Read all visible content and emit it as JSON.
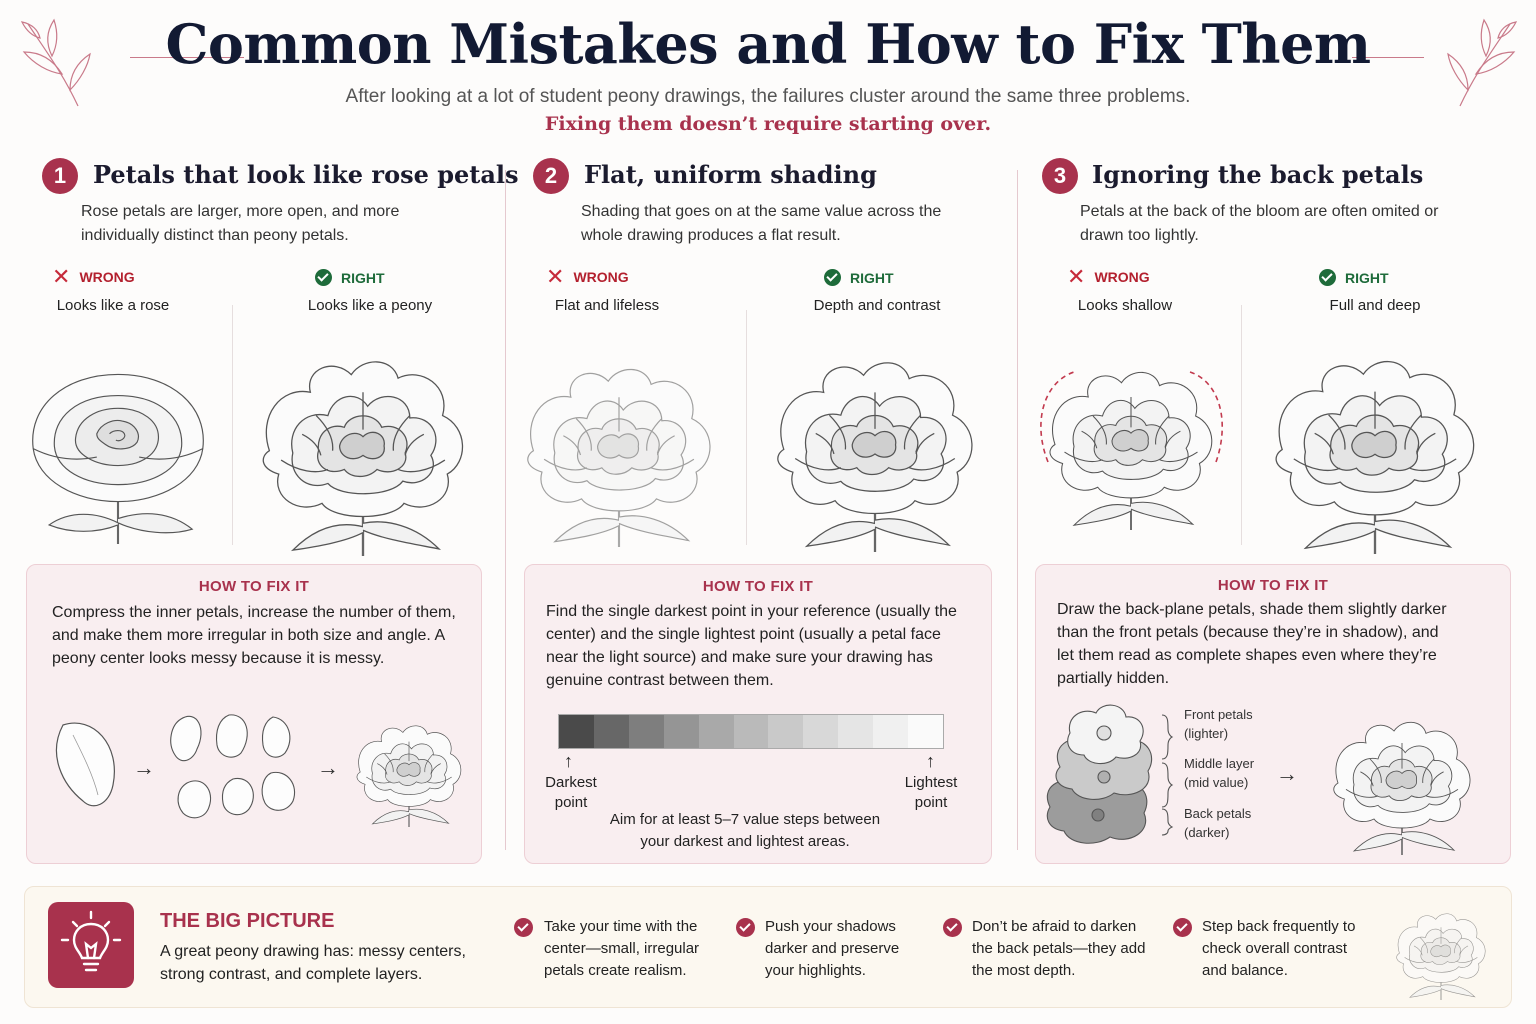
{
  "header": {
    "title": "Common Mistakes and How to Fix Them",
    "subtitle": "After looking at a lot of student peony drawings, the failures cluster around the same three problems.",
    "tagline": "Fixing them doesn’t require starting over."
  },
  "sections": [
    {
      "number": "1",
      "heading": "Petals that look like rose petals",
      "description": "Rose petals are larger, more open, and more individually distinct than peony petals.",
      "wrong_label": "WRONG",
      "wrong_caption": "Looks like a rose",
      "right_label": "RIGHT",
      "right_caption": "Looks like a peony",
      "fix_heading": "HOW TO FIX IT",
      "fix_text": "Compress the inner petals, increase the number of them, and make them more irregular in both size and angle. A peony center looks messy because it is messy."
    },
    {
      "number": "2",
      "heading": "Flat, uniform shading",
      "description": "Shading that goes on at the same value across the whole drawing produces a flat result.",
      "wrong_label": "WRONG",
      "wrong_caption": "Flat and lifeless",
      "right_label": "RIGHT",
      "right_caption": "Depth and contrast",
      "fix_heading": "HOW TO FIX IT",
      "fix_text": "Find the single darkest point in your reference (usually the center) and the single lightest point (usually a petal face near the light source) and make sure your drawing has genuine contrast between them.",
      "darkest_label": "Darkest point",
      "lightest_label": "Lightest point",
      "value_note": "Aim for at least 5–7 value steps between your darkest and lightest areas.",
      "value_steps": [
        "#4a4a4a",
        "#676767",
        "#7e7e7e",
        "#959595",
        "#a9a9a9",
        "#bababa",
        "#c9c9c9",
        "#d8d8d8",
        "#e5e5e5",
        "#f0f0f0",
        "#fafafa"
      ]
    },
    {
      "number": "3",
      "heading": "Ignoring the back petals",
      "description": "Petals at the back of the bloom are often omited or drawn too lightly.",
      "wrong_label": "WRONG",
      "wrong_caption": "Looks shallow",
      "right_label": "RIGHT",
      "right_caption": "Full and deep",
      "fix_heading": "HOW TO FIX IT",
      "fix_text": "Draw the back-plane petals, shade them slightly darker than the front petals (because they’re in shadow), and let them read as complete shapes even where they’re partially hidden.",
      "layers": [
        {
          "name": "Front petals",
          "note": "(lighter)"
        },
        {
          "name": "Middle layer",
          "note": "(mid value)"
        },
        {
          "name": "Back petals",
          "note": "(darker)"
        }
      ]
    }
  ],
  "big_picture": {
    "title": "THE BIG PICTURE",
    "text": "A great peony drawing has: messy centers, strong contrast, and complete layers.",
    "tips": [
      "Take your time with the center—small, irregular petals create realism.",
      "Push your shadows darker and preserve your highlights.",
      "Don’t be afraid to darken the back petals—they add the most depth.",
      "Step back frequently to check overall contrast and balance."
    ]
  },
  "colors": {
    "accent": "#a8324d",
    "title": "#121a33",
    "right": "#1e6b3a",
    "wrong": "#c62a3a",
    "fix_bg": "#f9eef0"
  },
  "icons": [
    "x-mark-icon",
    "check-circle-icon",
    "lightbulb-icon",
    "arrow-right-icon",
    "arrow-up-icon",
    "leaf-sprig-icon",
    "peony-flower-icon",
    "rose-flower-icon"
  ]
}
